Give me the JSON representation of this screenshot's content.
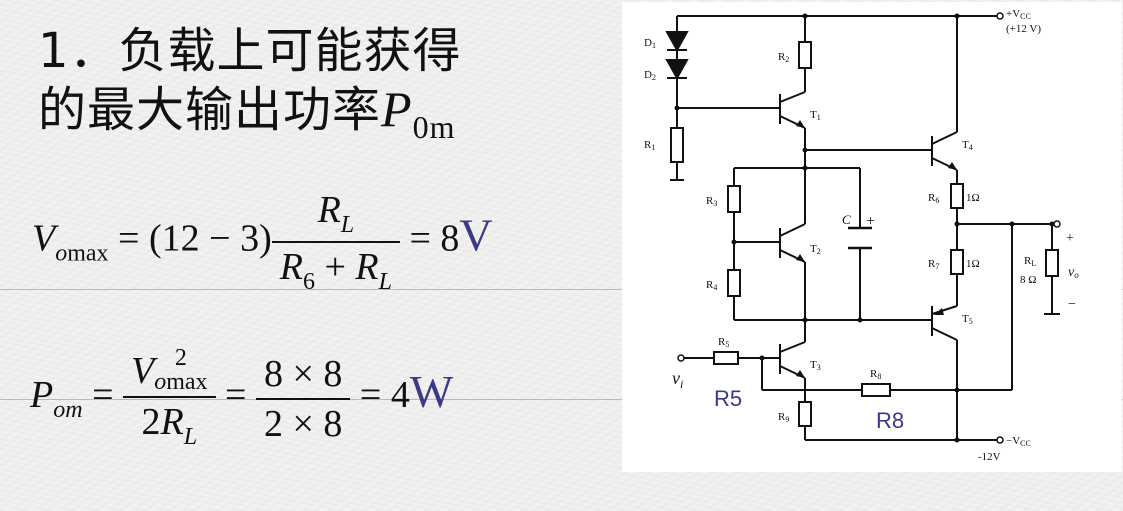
{
  "title": {
    "line1": "1．负载上可能获得",
    "line2_prefix": "的最大输出功率",
    "line2_var": "P",
    "line2_sub": "0m"
  },
  "eq1": {
    "lhs_var": "V",
    "lhs_sub": "o",
    "lhs_sub2": "max",
    "equals1": "=",
    "coef": "(12 − 3)",
    "num": "R",
    "num_sub": "L",
    "den_a": "R",
    "den_a_sub": "6",
    "plus": "+",
    "den_b": "R",
    "den_b_sub": "L",
    "equals2": "=",
    "result": "8",
    "unit": "V"
  },
  "eq2": {
    "lhs_var": "P",
    "lhs_sub": "om",
    "equals1": "=",
    "num1_var": "V",
    "num1_sup": "2",
    "num1_sub": "o",
    "num1_sub2": "max",
    "den1_coef": "2",
    "den1_var": "R",
    "den1_sub": "L",
    "equals2": "=",
    "num2": "8 × 8",
    "den2": "2 × 8",
    "equals3": "=",
    "result": "4",
    "unit": "W"
  },
  "circuit": {
    "labels": {
      "vcc_pos": "+V",
      "vcc_pos_sub": "CC",
      "vcc_pos_val": "(+12 V)",
      "vcc_neg": "−V",
      "vcc_neg_sub": "CC",
      "vcc_neg_val": "-12V",
      "d1": "D",
      "d1_sub": "1",
      "d2": "D",
      "d2_sub": "2",
      "r1": "R",
      "r1_sub": "1",
      "r2": "R",
      "r2_sub": "2",
      "r3": "R",
      "r3_sub": "3",
      "r4": "R",
      "r4_sub": "4",
      "r5": "R",
      "r5_sub": "5",
      "r6": "R",
      "r6_sub": "6",
      "r6_val": "1Ω",
      "r7": "R",
      "r7_sub": "7",
      "r7_val": "1Ω",
      "r8": "R",
      "r8_sub": "8",
      "r9": "R",
      "r9_sub": "9",
      "rl": "R",
      "rl_sub": "L",
      "rl_val": "8 Ω",
      "t1": "T",
      "t1_sub": "1",
      "t2": "T",
      "t2_sub": "2",
      "t3": "T",
      "t3_sub": "3",
      "t4": "T",
      "t4_sub": "4",
      "t5": "T",
      "t5_sub": "5",
      "cap": "C",
      "cap_plus": "+",
      "vi": "v",
      "vi_sub": "i",
      "vo": "v",
      "vo_sub": "o",
      "vo_plus": "+",
      "vo_minus": "−",
      "r5_big": "R5",
      "r8_big": "R8"
    }
  }
}
